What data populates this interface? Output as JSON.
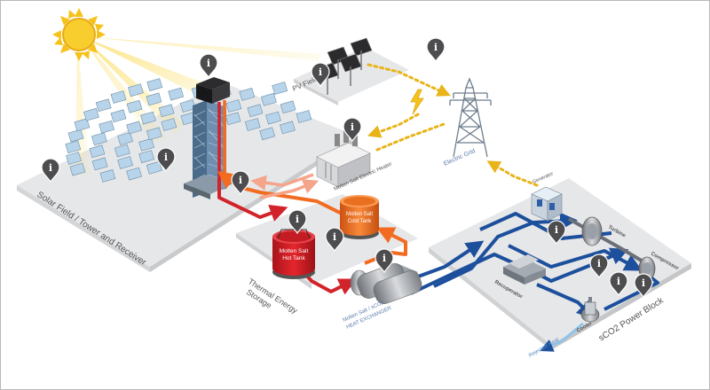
{
  "labels": {
    "solar_field": "Solar Field / Tower and Receiver",
    "pv_field": "PV Field",
    "molten_salt_electric_heater": "Molten Salt Electric Heater",
    "electric_grid": "Electric Grid",
    "generator": "Generator",
    "turbine": "Turbine",
    "compressor": "Compressor",
    "recuperator": "Recuperator",
    "cooler": "Cooler",
    "power_block": "sCO2 Power Block",
    "thermal_storage_line1": "Thermal Energy",
    "thermal_storage_line2": "Storage",
    "hot_tank_line1": "Molten Salt",
    "hot_tank_line2": "Hot Tank",
    "cold_tank_line1": "Molten Salt",
    "cold_tank_line2": "Cold Tank",
    "heat_exchanger_line1": "Molten Salt / sCO2",
    "heat_exchanger_line2": "HEAT EXCHANGER",
    "rejected_heat": "Rejected Heat"
  },
  "info_pin_glyph": "i",
  "icons": {
    "sun": "sun-icon",
    "info": "info-pin-icon",
    "lightning": "lightning-bolt-icon"
  },
  "colors": {
    "hot_salt": "#d2232a",
    "cold_salt": "#f26b21",
    "sco2": "#1c4f9c",
    "electricity": "#e8b418",
    "sun": "#f6c21a",
    "platform": "#e6e7e9",
    "pin": "#4d4d4f"
  }
}
